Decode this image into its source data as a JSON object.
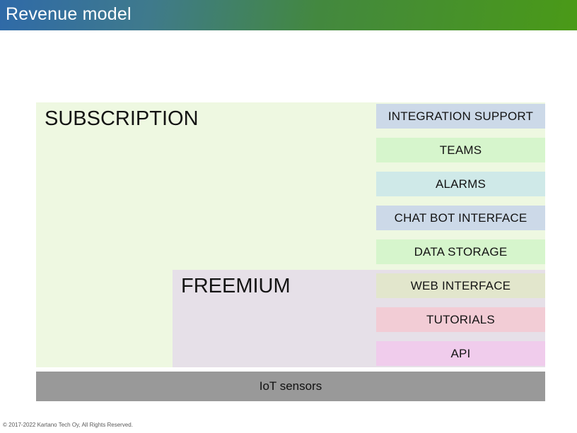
{
  "header": {
    "title": "Revenue model",
    "gradient_from": "#2f6aa8",
    "gradient_to": "#4a9a17"
  },
  "diagram": {
    "type": "layered-tier-stack",
    "tiers": [
      {
        "id": "subscription",
        "label": "SUBSCRIPTION",
        "color": "#eef8e1"
      },
      {
        "id": "freemium",
        "label": "FREEMIUM",
        "color": "#e6e0e8"
      }
    ],
    "features": [
      {
        "label": "INTEGRATION SUPPORT",
        "color": "#ccd9e8",
        "tier": "subscription"
      },
      {
        "label": "TEAMS",
        "color": "#d6f5cc",
        "tier": "subscription"
      },
      {
        "label": "ALARMS",
        "color": "#cfe9e8",
        "tier": "subscription"
      },
      {
        "label": "CHAT BOT INTERFACE",
        "color": "#ccd9e8",
        "tier": "subscription"
      },
      {
        "label": "DATA STORAGE",
        "color": "#d6f5cc",
        "tier": "subscription"
      },
      {
        "label": "WEB INTERFACE",
        "color": "#e2e6cc",
        "tier": "freemium"
      },
      {
        "label": "TUTORIALS",
        "color": "#f2ccd5",
        "tier": "freemium"
      },
      {
        "label": "API",
        "color": "#f0ccec",
        "tier": "freemium"
      }
    ],
    "foundation": {
      "label": "IoT sensors",
      "color": "#999999"
    }
  },
  "footer": {
    "copyright": "© 2017-2022 Kartano Tech Oy, All Rights Reserved."
  }
}
